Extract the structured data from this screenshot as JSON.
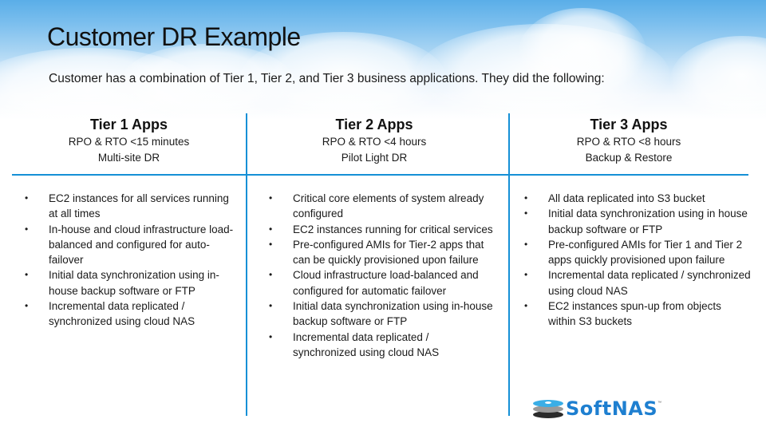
{
  "slide": {
    "title": "Customer DR Example",
    "subtitle": "Customer has a combination of Tier 1, Tier 2, and Tier 3 business applications. They did the following:",
    "accent_color": "#1590d6"
  },
  "columns": [
    {
      "name": "Tier 1 Apps",
      "rpo_rto": "RPO & RTO <15 minutes",
      "strategy": "Multi-site DR",
      "bullets": [
        "EC2 instances for all services running at all times",
        "In-house and cloud infrastructure load-balanced and configured for auto-failover",
        "Initial data synchronization using in-house backup software or FTP",
        "Incremental data replicated / synchronized using cloud NAS"
      ]
    },
    {
      "name": "Tier 2 Apps",
      "rpo_rto": "RPO & RTO <4 hours",
      "strategy": "Pilot Light DR",
      "bullets": [
        "Critical core elements of system already configured",
        "EC2 instances running for critical services",
        "Pre-configured AMIs for Tier-2 apps that can be quickly provisioned upon failure",
        "Cloud infrastructure load-balanced and configured for automatic failover",
        "Initial data synchronization using in-house backup software or FTP",
        "Incremental data replicated / synchronized using cloud NAS"
      ]
    },
    {
      "name": "Tier 3 Apps",
      "rpo_rto": "RPO & RTO <8 hours",
      "strategy": "Backup & Restore",
      "bullets": [
        "All data replicated into S3 bucket",
        "Initial data synchronization using in house backup software or FTP",
        "Pre-configured AMIs for Tier 1 and Tier 2 apps quickly provisioned upon failure",
        "Incremental data replicated / synchronized using cloud NAS",
        "EC2 instances spun-up from objects within S3 buckets"
      ]
    }
  ],
  "bullet_glyph": "•",
  "logo": {
    "wordmark": "SoftNAS",
    "trademark": "™",
    "icon": "stacked-disks-icon",
    "disk_colors": [
      "#3aaee6",
      "#9a9a9a",
      "#2b2b2b"
    ],
    "wordmark_color": "#1e7fd0"
  }
}
